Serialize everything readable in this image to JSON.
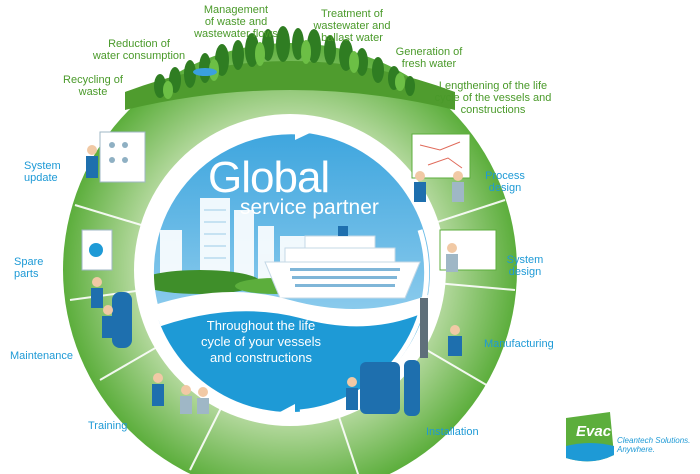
{
  "center": {
    "title": "Global",
    "subtitle": "service partner",
    "lifecycle_line1": "Throughout the life",
    "lifecycle_line2": "cycle of your vessels",
    "lifecycle_line3": "and constructions"
  },
  "top_labels": {
    "recycling": [
      "Recycling of",
      "waste"
    ],
    "reduction": [
      "Reduction of",
      "water consumption"
    ],
    "management": [
      "Management",
      "of waste and",
      "wastewater flows"
    ],
    "treatment": [
      "Treatment of",
      "wastewater and",
      "ballast water"
    ],
    "generation": [
      "Generation of",
      "fresh water"
    ],
    "lengthening": [
      "Lengthening of the life",
      "cycle of the vessels and",
      "constructions"
    ]
  },
  "ring_labels": {
    "system_update": [
      "System",
      "update"
    ],
    "spare_parts": [
      "Spare",
      "parts"
    ],
    "maintenance": "Maintenance",
    "training": "Training",
    "installation": "Installation",
    "manufacturing": "Manufacturing",
    "system_design": [
      "System",
      "design"
    ],
    "process_design": [
      "Process",
      "design"
    ]
  },
  "brand": {
    "name": "Evac",
    "tagline_line1": "Cleantech Solutions.",
    "tagline_line2": "Anywhere."
  },
  "colors": {
    "ring_green": "#5cae3c",
    "ring_light": "#e6f1dc",
    "sky": "#62b8e6",
    "water_blue": "#1e9ad6",
    "label_blue": "#1e9ad6",
    "label_green": "#4a9a2a"
  },
  "icons": [
    "recycle-figure-icon",
    "engineer-icon",
    "ship-icon",
    "city-skyline-icon",
    "forest-icon",
    "evac-logo-icon"
  ]
}
